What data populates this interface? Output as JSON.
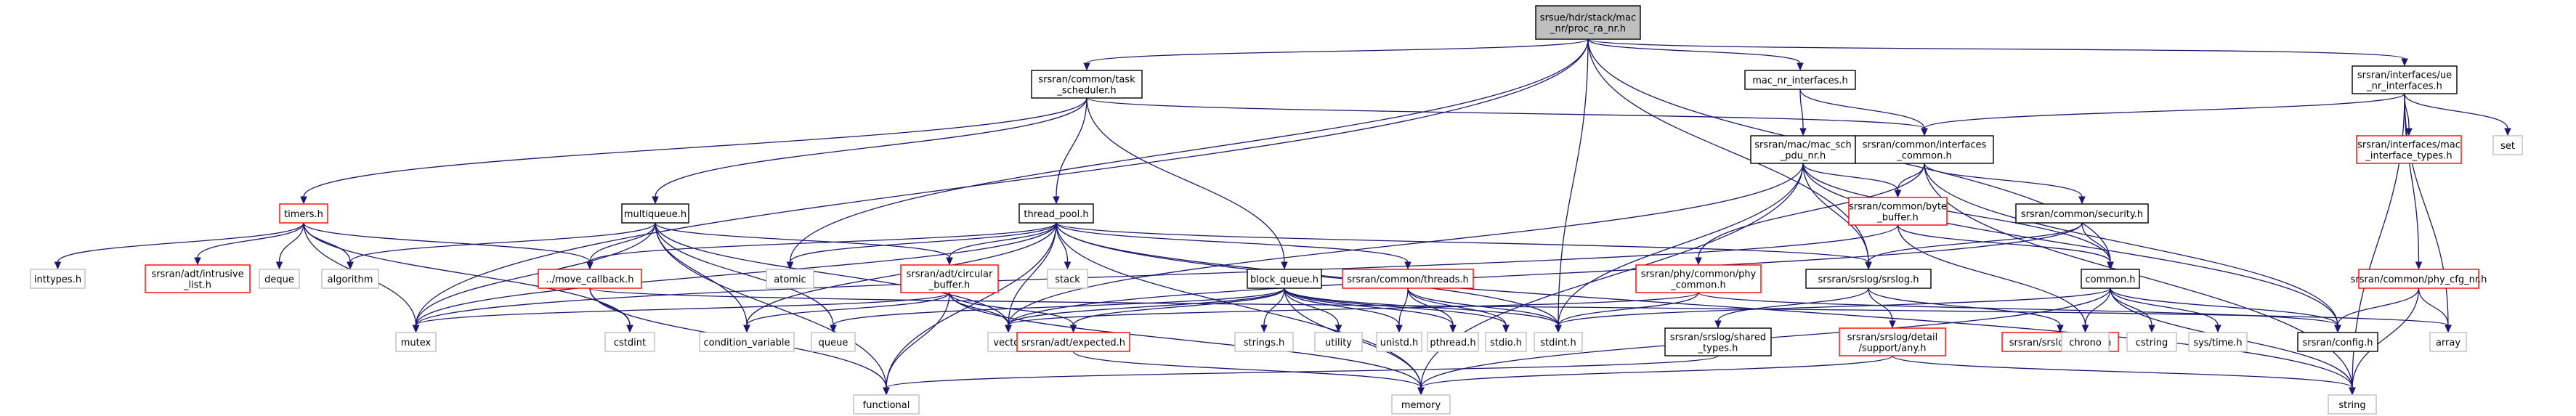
{
  "graph": {
    "nodes": [
      {
        "id": "root",
        "lines": [
          "srsue/hdr/stack/mac",
          "_nr/proc_ra_nr.h"
        ],
        "style": "root"
      },
      {
        "id": "task_scheduler",
        "lines": [
          "srsran/common/task",
          "_scheduler.h"
        ],
        "style": "black"
      },
      {
        "id": "mac_nr_interfaces",
        "lines": [
          "mac_nr_interfaces.h"
        ],
        "style": "black"
      },
      {
        "id": "ue_nr_interfaces",
        "lines": [
          "srsran/interfaces/ue",
          "_nr_interfaces.h"
        ],
        "style": "black"
      },
      {
        "id": "mac_sch_pdu_nr",
        "lines": [
          "srsran/mac/mac_sch",
          "_pdu_nr.h"
        ],
        "style": "black"
      },
      {
        "id": "interfaces_common",
        "lines": [
          "srsran/common/interfaces",
          "_common.h"
        ],
        "style": "black"
      },
      {
        "id": "mac_interface_types",
        "lines": [
          "srsran/interfaces/mac",
          "_interface_types.h"
        ],
        "style": "red"
      },
      {
        "id": "set",
        "lines": [
          "set"
        ],
        "style": "grey"
      },
      {
        "id": "timers",
        "lines": [
          "timers.h"
        ],
        "style": "red"
      },
      {
        "id": "multiqueue",
        "lines": [
          "multiqueue.h"
        ],
        "style": "black"
      },
      {
        "id": "thread_pool",
        "lines": [
          "thread_pool.h"
        ],
        "style": "black"
      },
      {
        "id": "byte_buffer",
        "lines": [
          "srsran/common/byte",
          "_buffer.h"
        ],
        "style": "red"
      },
      {
        "id": "security",
        "lines": [
          "srsran/common/security.h"
        ],
        "style": "black"
      },
      {
        "id": "inttypes",
        "lines": [
          "inttypes.h"
        ],
        "style": "grey"
      },
      {
        "id": "intrusive_list",
        "lines": [
          "srsran/adt/intrusive",
          "_list.h"
        ],
        "style": "red"
      },
      {
        "id": "deque",
        "lines": [
          "deque"
        ],
        "style": "grey"
      },
      {
        "id": "algorithm",
        "lines": [
          "algorithm"
        ],
        "style": "grey"
      },
      {
        "id": "move_callback",
        "lines": [
          "../move_callback.h"
        ],
        "style": "red"
      },
      {
        "id": "atomic",
        "lines": [
          "atomic"
        ],
        "style": "grey"
      },
      {
        "id": "circular_buffer",
        "lines": [
          "srsran/adt/circular",
          "_buffer.h"
        ],
        "style": "red"
      },
      {
        "id": "stack",
        "lines": [
          "stack"
        ],
        "style": "grey"
      },
      {
        "id": "threads",
        "lines": [
          "srsran/common/threads.h"
        ],
        "style": "red"
      },
      {
        "id": "phy_common",
        "lines": [
          "srsran/phy/common/phy",
          "_common.h"
        ],
        "style": "red"
      },
      {
        "id": "srslog",
        "lines": [
          "srsran/srslog/srslog.h"
        ],
        "style": "black"
      },
      {
        "id": "common",
        "lines": [
          "common.h"
        ],
        "style": "black"
      },
      {
        "id": "phy_cfg_nr",
        "lines": [
          "srsran/common/phy_cfg_nr.h"
        ],
        "style": "red"
      },
      {
        "id": "block_queue",
        "lines": [
          "block_queue.h"
        ],
        "style": "black"
      },
      {
        "id": "mutex",
        "lines": [
          "mutex"
        ],
        "style": "grey"
      },
      {
        "id": "cstdint",
        "lines": [
          "cstdint"
        ],
        "style": "grey"
      },
      {
        "id": "condition_variable",
        "lines": [
          "condition_variable"
        ],
        "style": "grey"
      },
      {
        "id": "queue",
        "lines": [
          "queue"
        ],
        "style": "grey"
      },
      {
        "id": "vector",
        "lines": [
          "vector"
        ],
        "style": "grey"
      },
      {
        "id": "expected",
        "lines": [
          "srsran/adt/expected.h"
        ],
        "style": "red"
      },
      {
        "id": "strings",
        "lines": [
          "strings.h"
        ],
        "style": "grey"
      },
      {
        "id": "utility",
        "lines": [
          "utility"
        ],
        "style": "grey"
      },
      {
        "id": "unistd",
        "lines": [
          "unistd.h"
        ],
        "style": "grey"
      },
      {
        "id": "pthread",
        "lines": [
          "pthread.h"
        ],
        "style": "grey"
      },
      {
        "id": "stdio",
        "lines": [
          "stdio.h"
        ],
        "style": "grey"
      },
      {
        "id": "stdint",
        "lines": [
          "stdint.h"
        ],
        "style": "grey"
      },
      {
        "id": "shared_types",
        "lines": [
          "srsran/srslog/shared",
          "_types.h"
        ],
        "style": "black"
      },
      {
        "id": "support_any",
        "lines": [
          "srsran/srslog/detail",
          "/support/any.h"
        ],
        "style": "red"
      },
      {
        "id": "logger",
        "lines": [
          "srsran/srslog/logger.h"
        ],
        "style": "red"
      },
      {
        "id": "chrono",
        "lines": [
          "chrono"
        ],
        "style": "grey"
      },
      {
        "id": "cstring",
        "lines": [
          "cstring"
        ],
        "style": "grey"
      },
      {
        "id": "systime",
        "lines": [
          "sys/time.h"
        ],
        "style": "grey"
      },
      {
        "id": "config",
        "lines": [
          "srsran/config.h"
        ],
        "style": "black"
      },
      {
        "id": "array",
        "lines": [
          "array"
        ],
        "style": "grey"
      },
      {
        "id": "functional",
        "lines": [
          "functional"
        ],
        "style": "grey"
      },
      {
        "id": "memory",
        "lines": [
          "memory"
        ],
        "style": "grey"
      },
      {
        "id": "string",
        "lines": [
          "string"
        ],
        "style": "grey"
      }
    ],
    "edges": [
      [
        "root",
        "task_scheduler"
      ],
      [
        "root",
        "mac_nr_interfaces"
      ],
      [
        "root",
        "ue_nr_interfaces"
      ],
      [
        "root",
        "atomic"
      ],
      [
        "root",
        "mutex"
      ],
      [
        "root",
        "srslog"
      ],
      [
        "root",
        "stdint"
      ],
      [
        "root",
        "common"
      ],
      [
        "task_scheduler",
        "timers"
      ],
      [
        "task_scheduler",
        "multiqueue"
      ],
      [
        "task_scheduler",
        "thread_pool"
      ],
      [
        "task_scheduler",
        "block_queue"
      ],
      [
        "task_scheduler",
        "interfaces_common"
      ],
      [
        "mac_nr_interfaces",
        "mac_sch_pdu_nr"
      ],
      [
        "mac_nr_interfaces",
        "interfaces_common"
      ],
      [
        "ue_nr_interfaces",
        "interfaces_common"
      ],
      [
        "ue_nr_interfaces",
        "mac_interface_types"
      ],
      [
        "ue_nr_interfaces",
        "set"
      ],
      [
        "ue_nr_interfaces",
        "phy_cfg_nr"
      ],
      [
        "ue_nr_interfaces",
        "array"
      ],
      [
        "ue_nr_interfaces",
        "string"
      ],
      [
        "mac_sch_pdu_nr",
        "byte_buffer"
      ],
      [
        "mac_sch_pdu_nr",
        "common"
      ],
      [
        "mac_sch_pdu_nr",
        "config"
      ],
      [
        "mac_sch_pdu_nr",
        "srslog"
      ],
      [
        "mac_sch_pdu_nr",
        "vector"
      ],
      [
        "mac_sch_pdu_nr",
        "memory"
      ],
      [
        "mac_sch_pdu_nr",
        "stdint"
      ],
      [
        "interfaces_common",
        "byte_buffer"
      ],
      [
        "interfaces_common",
        "security"
      ],
      [
        "interfaces_common",
        "phy_common"
      ],
      [
        "interfaces_common",
        "config"
      ],
      [
        "interfaces_common",
        "string"
      ],
      [
        "byte_buffer",
        "common"
      ],
      [
        "byte_buffer",
        "chrono"
      ],
      [
        "byte_buffer",
        "mutex"
      ],
      [
        "security",
        "common"
      ],
      [
        "security",
        "srslog"
      ],
      [
        "security",
        "vector"
      ],
      [
        "phy_common",
        "stdint"
      ],
      [
        "phy_common",
        "config"
      ],
      [
        "phy_common",
        "vector"
      ],
      [
        "timers",
        "inttypes"
      ],
      [
        "timers",
        "intrusive_list"
      ],
      [
        "timers",
        "deque"
      ],
      [
        "timers",
        "algorithm"
      ],
      [
        "timers",
        "move_callback"
      ],
      [
        "timers",
        "mutex"
      ],
      [
        "timers",
        "cstdint"
      ],
      [
        "multiqueue",
        "algorithm"
      ],
      [
        "multiqueue",
        "move_callback"
      ],
      [
        "multiqueue",
        "circular_buffer"
      ],
      [
        "multiqueue",
        "mutex"
      ],
      [
        "multiqueue",
        "condition_variable"
      ],
      [
        "multiqueue",
        "queue"
      ],
      [
        "multiqueue",
        "vector"
      ],
      [
        "multiqueue",
        "functional"
      ],
      [
        "thread_pool",
        "move_callback"
      ],
      [
        "thread_pool",
        "atomic"
      ],
      [
        "thread_pool",
        "circular_buffer"
      ],
      [
        "thread_pool",
        "stack"
      ],
      [
        "thread_pool",
        "threads"
      ],
      [
        "thread_pool",
        "srslog"
      ],
      [
        "thread_pool",
        "mutex"
      ],
      [
        "thread_pool",
        "condition_variable"
      ],
      [
        "thread_pool",
        "vector"
      ],
      [
        "thread_pool",
        "functional"
      ],
      [
        "thread_pool",
        "memory"
      ],
      [
        "thread_pool",
        "stdint"
      ],
      [
        "thread_pool",
        "string"
      ],
      [
        "move_callback",
        "cstdint"
      ],
      [
        "move_callback",
        "functional"
      ],
      [
        "move_callback",
        "array"
      ],
      [
        "circular_buffer",
        "expected"
      ],
      [
        "circular_buffer",
        "mutex"
      ],
      [
        "circular_buffer",
        "condition_variable"
      ],
      [
        "circular_buffer",
        "vector"
      ],
      [
        "circular_buffer",
        "functional"
      ],
      [
        "circular_buffer",
        "memory"
      ],
      [
        "threads",
        "unistd"
      ],
      [
        "threads",
        "pthread"
      ],
      [
        "threads",
        "stdio"
      ],
      [
        "threads",
        "stdint"
      ],
      [
        "block_queue",
        "queue"
      ],
      [
        "block_queue",
        "vector"
      ],
      [
        "block_queue",
        "expected"
      ],
      [
        "block_queue",
        "strings"
      ],
      [
        "block_queue",
        "utility"
      ],
      [
        "block_queue",
        "unistd"
      ],
      [
        "block_queue",
        "pthread"
      ],
      [
        "block_queue",
        "stdio"
      ],
      [
        "block_queue",
        "stdint"
      ],
      [
        "block_queue",
        "memory"
      ],
      [
        "expected",
        "memory"
      ],
      [
        "srslog",
        "shared_types"
      ],
      [
        "srslog",
        "support_any"
      ],
      [
        "srslog",
        "logger"
      ],
      [
        "shared_types",
        "functional"
      ],
      [
        "support_any",
        "memory"
      ],
      [
        "support_any",
        "string"
      ],
      [
        "common",
        "chrono"
      ],
      [
        "common",
        "cstring"
      ],
      [
        "common",
        "systime"
      ],
      [
        "common",
        "config"
      ],
      [
        "common",
        "memory"
      ],
      [
        "common",
        "string"
      ],
      [
        "common",
        "stdint"
      ],
      [
        "phy_cfg_nr",
        "config"
      ],
      [
        "phy_cfg_nr",
        "array"
      ],
      [
        "phy_cfg_nr",
        "string"
      ]
    ]
  }
}
